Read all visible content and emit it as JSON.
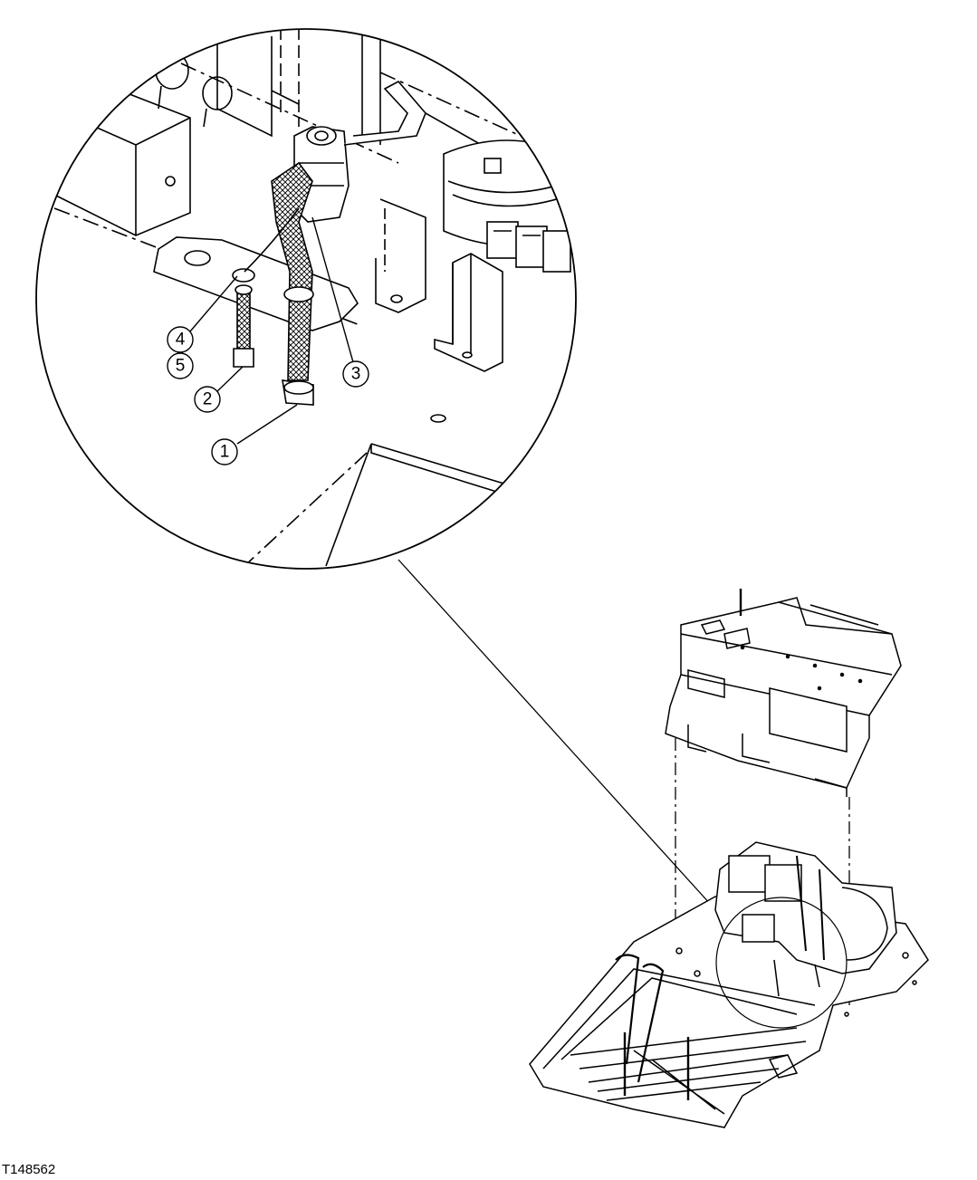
{
  "figure": {
    "id_label": "T148562"
  },
  "callouts": [
    {
      "number": "1",
      "part": "hose-large"
    },
    {
      "number": "2",
      "part": "hose-small"
    },
    {
      "number": "3",
      "part": "valve-connection"
    },
    {
      "number": "4",
      "part": "fitting-upper"
    },
    {
      "number": "5",
      "part": "fitting-lower"
    }
  ]
}
